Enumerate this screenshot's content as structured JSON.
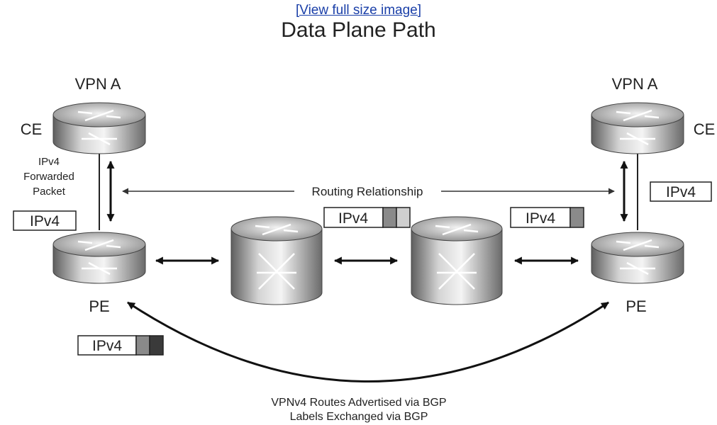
{
  "header": {
    "link_text": "[View full size image]",
    "title": "Data Plane Path"
  },
  "nodes": {
    "left_vpn": "VPN A",
    "left_ce": "CE",
    "left_pe": "PE",
    "right_vpn": "VPN A",
    "right_ce": "CE",
    "right_pe": "PE"
  },
  "labels": {
    "ipv4_forwarded": [
      "IPv4",
      "Forwarded",
      "Packet"
    ],
    "routing_relationship": "Routing Relationship",
    "bgp_line1": "VPNv4 Routes Advertised via BGP",
    "bgp_line2": "Labels Exchanged via BGP"
  },
  "packets": {
    "left_ce_pe": "IPv4",
    "right_ce_pe": "IPv4",
    "core_left": "IPv4",
    "core_right": "IPv4",
    "bgp_packet": "IPv4"
  },
  "colors": {
    "label_dark": "#3a3a3a",
    "label_mid": "#8a8a8a",
    "label_light": "#cfcfcf"
  }
}
